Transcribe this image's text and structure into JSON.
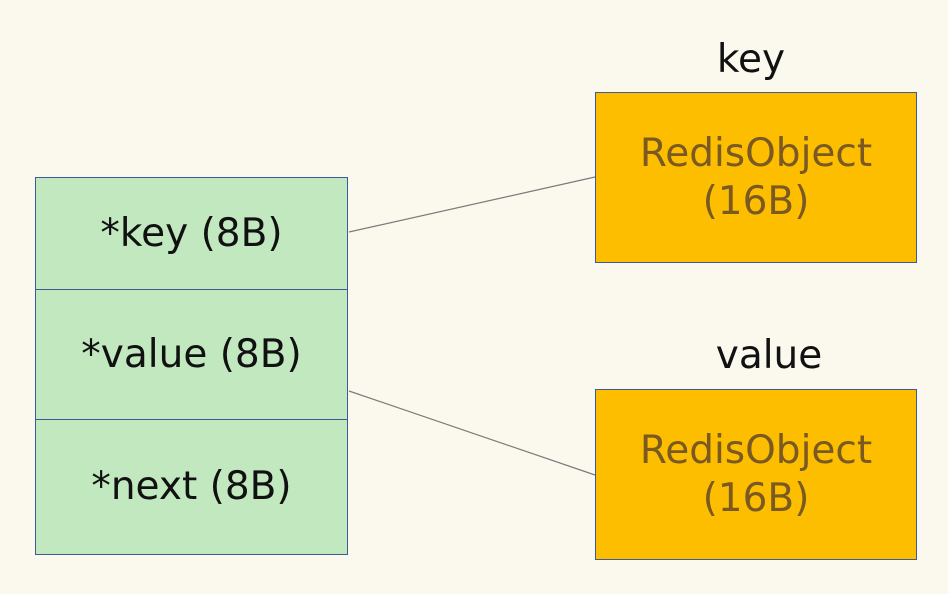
{
  "entry": {
    "fields": [
      {
        "label": "*key (8B)"
      },
      {
        "label": "*value (8B)"
      },
      {
        "label": "*next (8B)"
      }
    ]
  },
  "objects": {
    "key": {
      "caption": "key",
      "name": "RedisObject",
      "size": "(16B)"
    },
    "value": {
      "caption": "value",
      "name": "RedisObject",
      "size": "(16B)"
    }
  },
  "colors": {
    "background": "#fbf8ee",
    "entry_fill": "#c2e8c0",
    "object_fill": "#fdbe00",
    "border": "#3f5a9a",
    "object_text": "#7a5a22",
    "connector": "#7b7b7b"
  }
}
